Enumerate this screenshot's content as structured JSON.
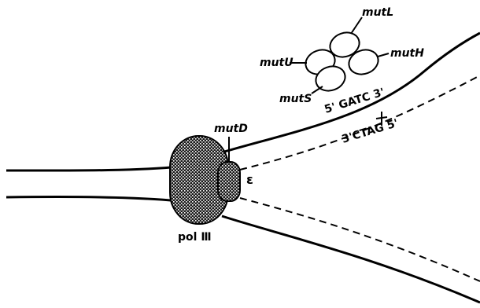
{
  "labels": {
    "mutL": "mutL",
    "mutH": "mutH",
    "mutU": "mutU",
    "mutS": "mutS",
    "mutD": "mutD",
    "epsilon": "ε",
    "polIII": "pol Ⅲ",
    "top_strand_seq": "5' GATC 3'",
    "bottom_strand_seq": "3'CTAG 5'"
  }
}
